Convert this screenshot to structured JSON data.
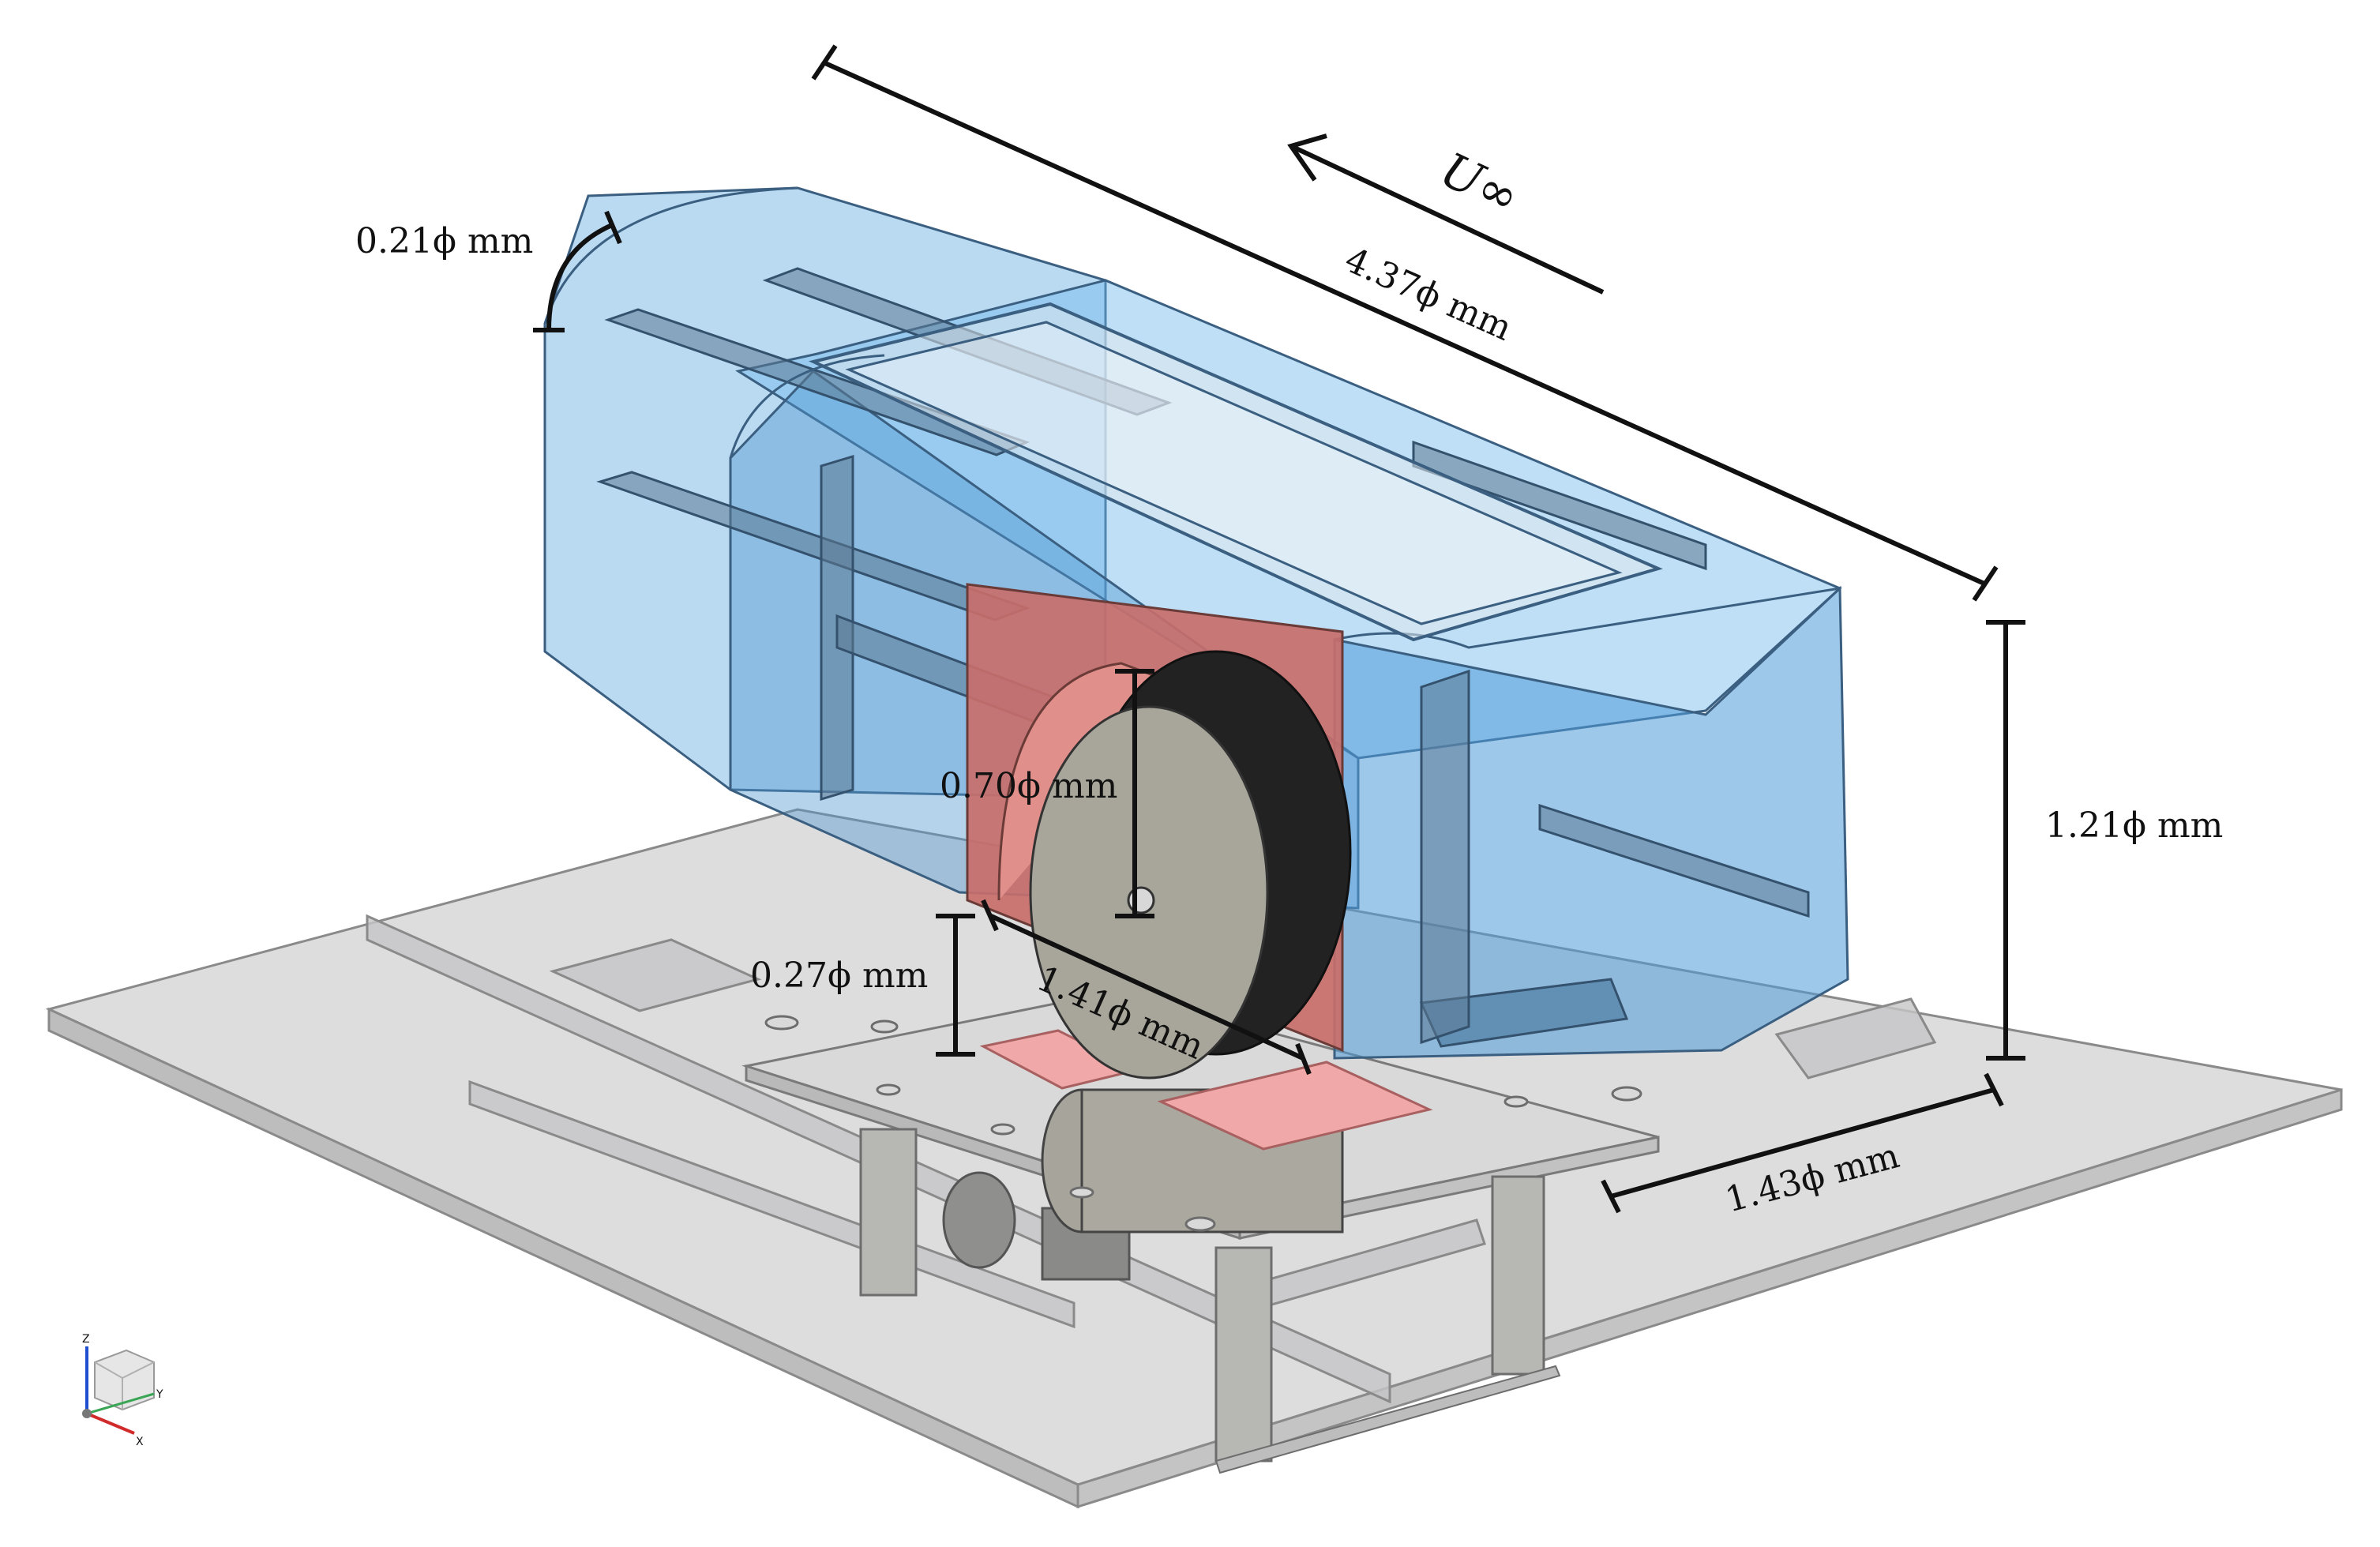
{
  "flow_label": "U∞",
  "dimensions": {
    "length": "4.37ϕ mm",
    "corner_radius": "0.21ϕ mm",
    "disk_radius": "0.70ϕ mm",
    "disk_height": "0.27ϕ mm",
    "disk_span": "1.41ϕ mm",
    "height": "1.21ϕ mm",
    "width": "1.43ϕ mm"
  },
  "triad": {
    "z": "Z",
    "y": "Y",
    "x": "X"
  },
  "colors": {
    "duct_fill": "#5aa6e0",
    "duct_edge": "#3b5f80",
    "plate_fill": "#cfcfd0",
    "plate_edge": "#8a8a8a",
    "red_panel": "#c86e6a",
    "disk": "#a8a69a",
    "disk_rim": "#222222",
    "pink_part": "#f0a8a8"
  }
}
